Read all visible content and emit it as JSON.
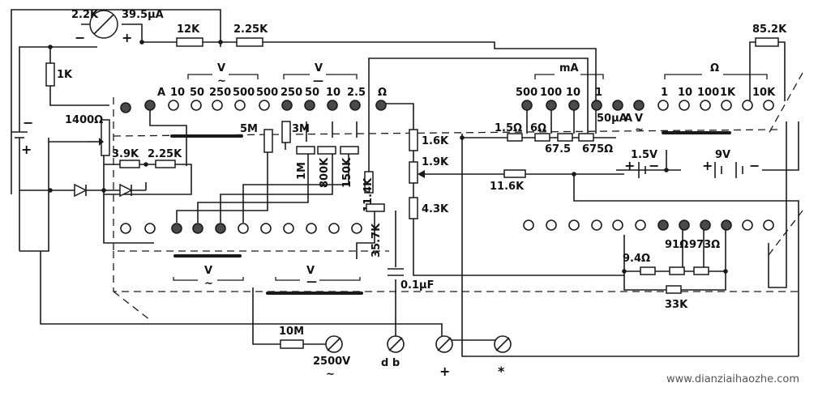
{
  "meter": {
    "resistor": "2.2K",
    "sensitivity": "39.5μA",
    "minus": "−",
    "plus": "+"
  },
  "top_resistors": {
    "r12k": "12K",
    "r225k": "2.25K",
    "r852k": "85.2K"
  },
  "left": {
    "r1k": "1K",
    "pot": "1400Ω",
    "r39k": "3.9K",
    "r225k": "2.25K",
    "battery_minus": "−",
    "battery_plus": "+"
  },
  "v_ranges": {
    "ac_label": "V",
    "ac_sub": "~",
    "dc_label": "V",
    "dc_sub": "—",
    "a_label": "A",
    "ac": [
      "10",
      "50",
      "250",
      "500"
    ],
    "dc": [
      "500",
      "250",
      "50",
      "10",
      "2.5"
    ],
    "ohm_label": "Ω"
  },
  "mult_resistors": {
    "r5m": "5M",
    "r3m": "3M",
    "r1m": "1M",
    "r800k": "800K",
    "r150k": "150K",
    "r114k": "11.4K",
    "r357k": "35.7K"
  },
  "ohm_resistors": {
    "r16k": "1.6K",
    "r19k": "1.9K",
    "r43k": "4.3K",
    "r116k": "11.6K"
  },
  "ma_ranges": {
    "label": "mA",
    "values": [
      "500",
      "100",
      "10",
      "1"
    ],
    "ua_label": "50μA",
    "ua_suffix": "A",
    "v_label": "V",
    "v_sub": "~"
  },
  "shunts": {
    "r15": "1.5Ω",
    "r6": "6Ω",
    "r675": "67.5",
    "r675b": "675Ω"
  },
  "ohm_ranges": {
    "label": "Ω",
    "values": [
      "1",
      "10",
      "100",
      "1K",
      "10K"
    ]
  },
  "batteries": {
    "b15": "1.5V",
    "b9": "9V",
    "b15_plus": "+",
    "b15_minus": "−",
    "b9_plus": "+",
    "b9_minus": "−"
  },
  "bottom": {
    "ac_label": "V",
    "ac_sub": "~",
    "dc_label": "V",
    "dc_sub": "—",
    "cap": "0.1μF",
    "r10m": "10M",
    "t2500": "2500V",
    "t2500_sub": "~",
    "tdb": "d b",
    "tplus": "+",
    "tstar": "*"
  },
  "ohm_low": {
    "r94": "9.4Ω",
    "r91": "91Ω",
    "r973": "973Ω",
    "r33k": "33K"
  },
  "watermark": "www.dianziaihaozhe.com"
}
